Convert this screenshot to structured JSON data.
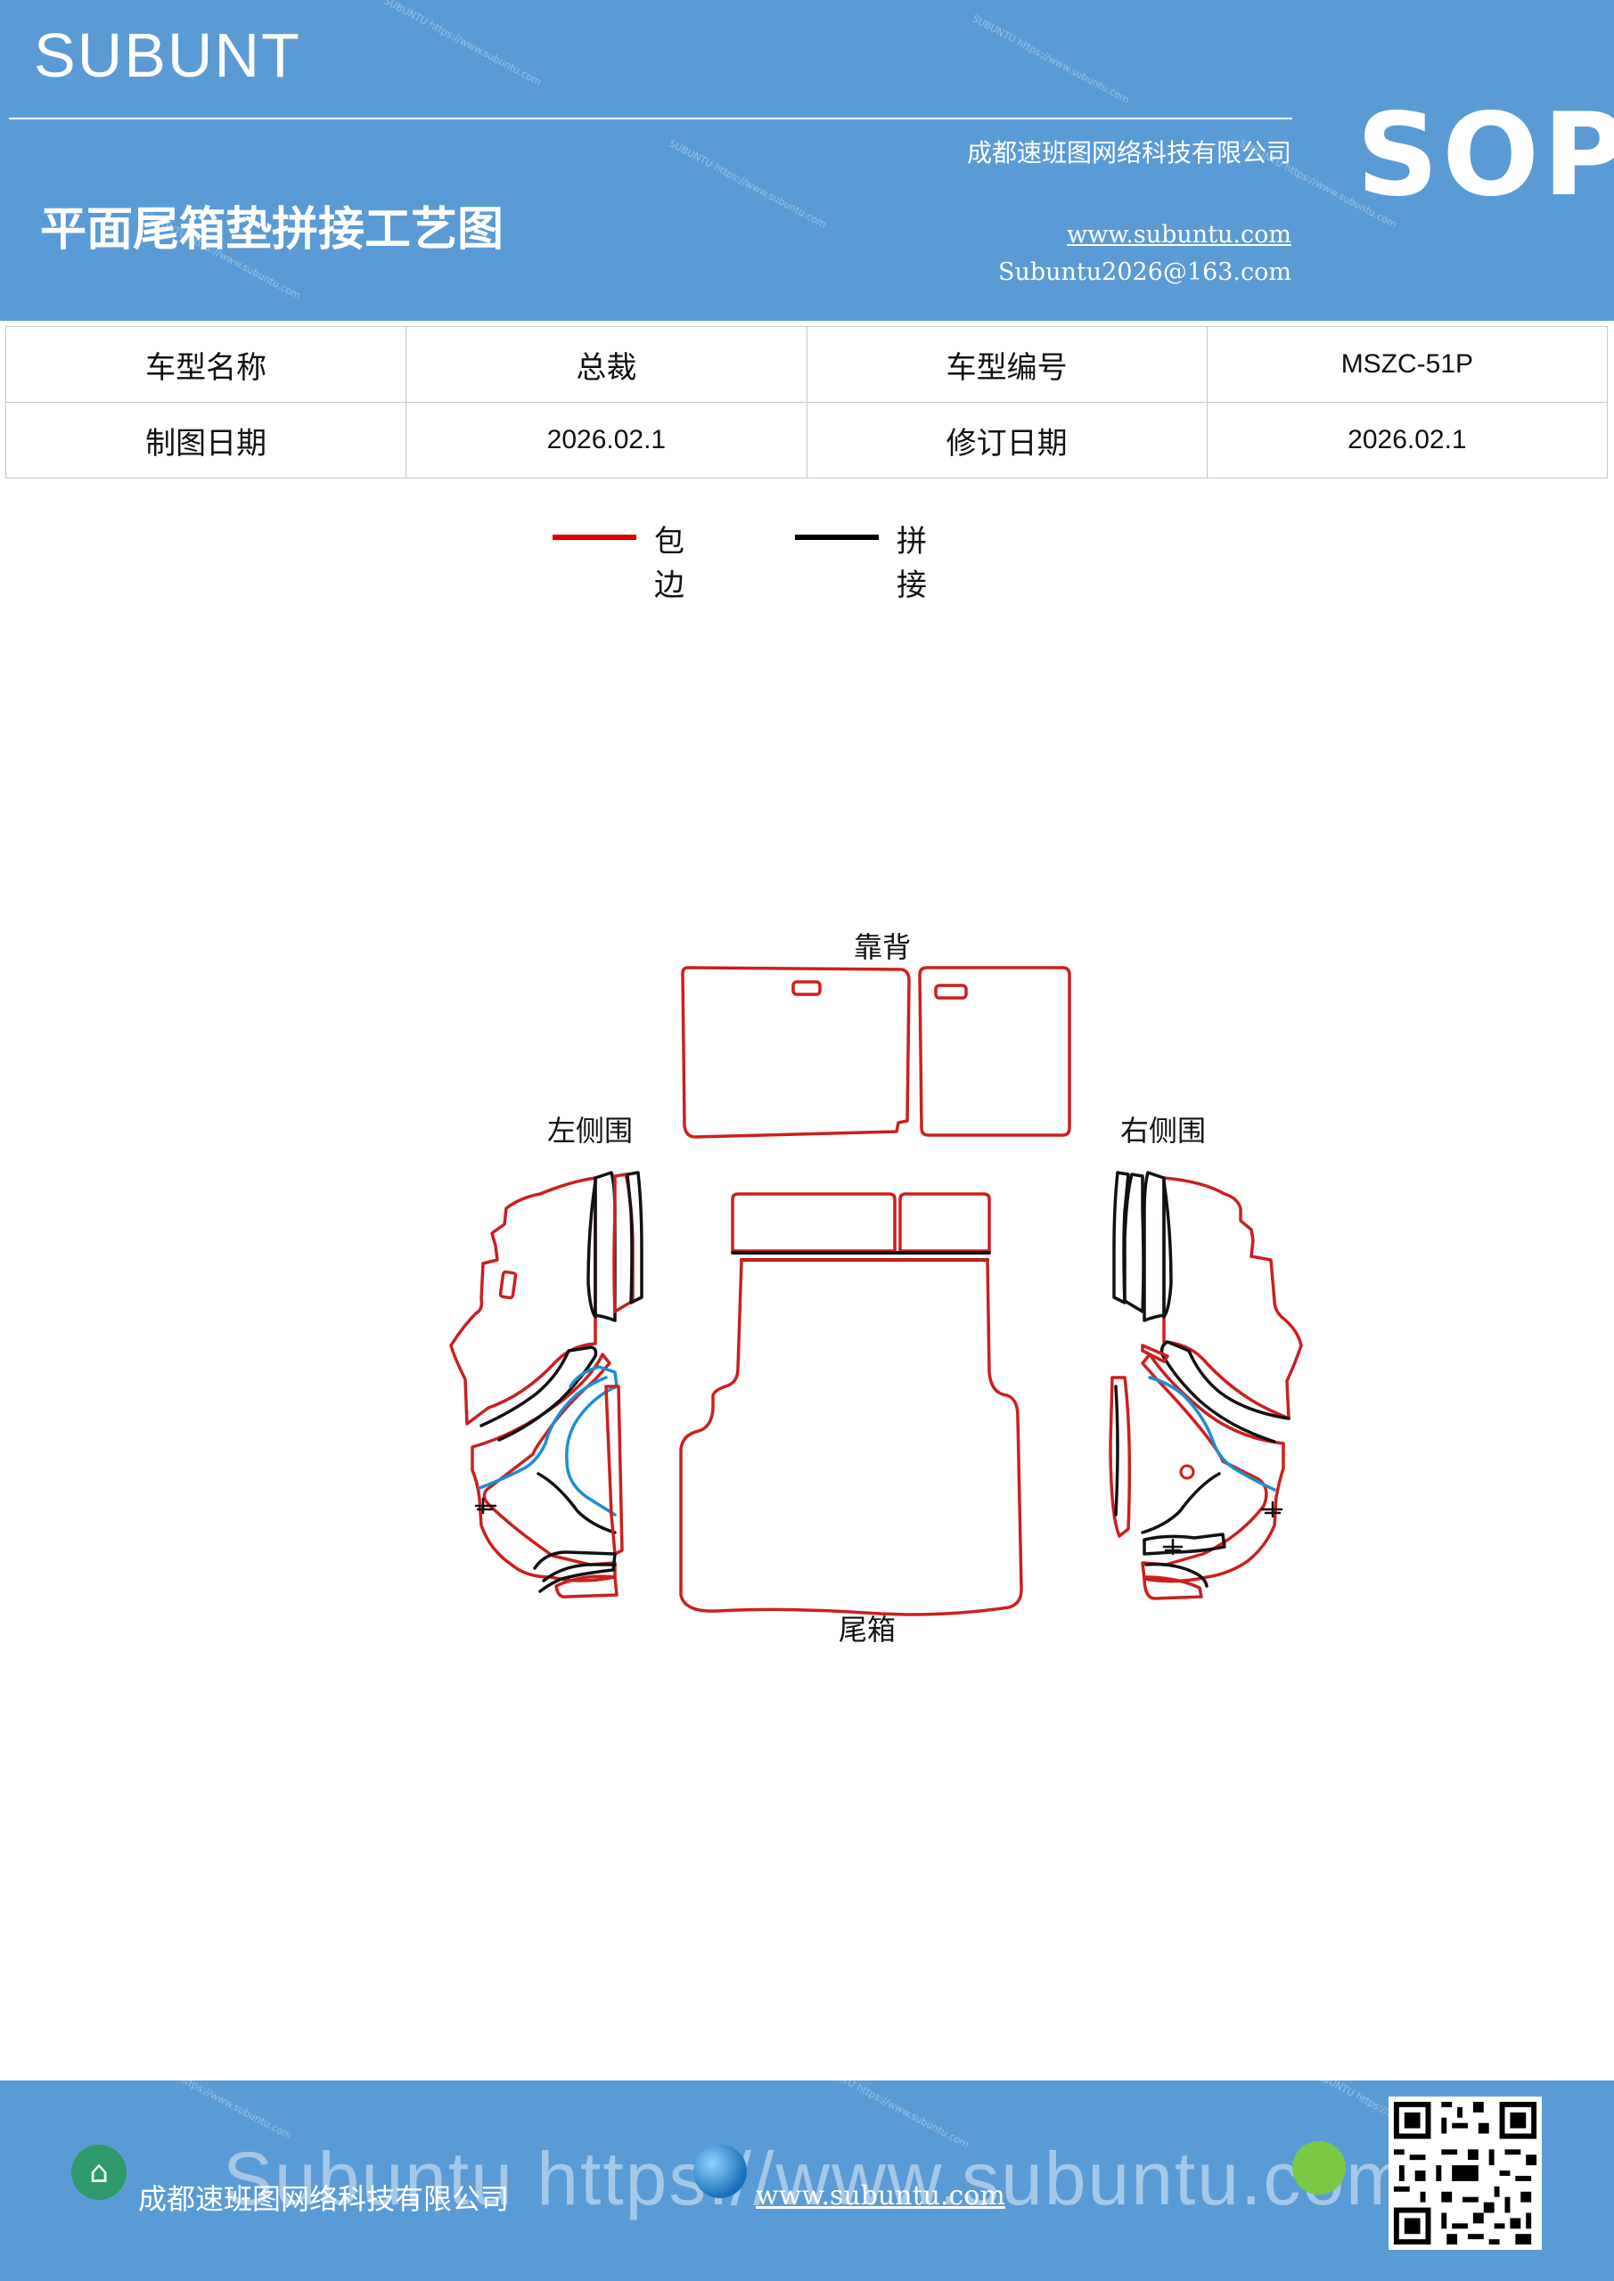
{
  "header": {
    "brand": "SUBUNT",
    "company": "成都速班图网络科技有限公司",
    "title": "平面尾箱垫拼接工艺图",
    "site": "www.subuntu.com",
    "email": "Subuntu2026@163.com",
    "badge": "SOP"
  },
  "info_table": {
    "rows": [
      [
        "车型名称",
        "总裁",
        "车型编号",
        "MSZC-51P"
      ],
      [
        "制图日期",
        "2026.02.1",
        "修订日期",
        "2026.02.1"
      ]
    ]
  },
  "legend": {
    "items": [
      {
        "label": "包边",
        "color": "#e00000"
      },
      {
        "label": "拼接",
        "color": "#000000"
      }
    ]
  },
  "diagram": {
    "labels": {
      "backrest": "靠背",
      "left_side": "左侧围",
      "right_side": "右侧围",
      "trunk": "尾箱"
    },
    "colors": {
      "edge": "#cc1f1f",
      "seam": "#111111",
      "guide": "#1b8fd0"
    }
  },
  "footer": {
    "company": "成都速班图网络科技有限公司",
    "site": "www.subuntu.com",
    "watermark": "Subuntu https://www.subuntu.com"
  }
}
